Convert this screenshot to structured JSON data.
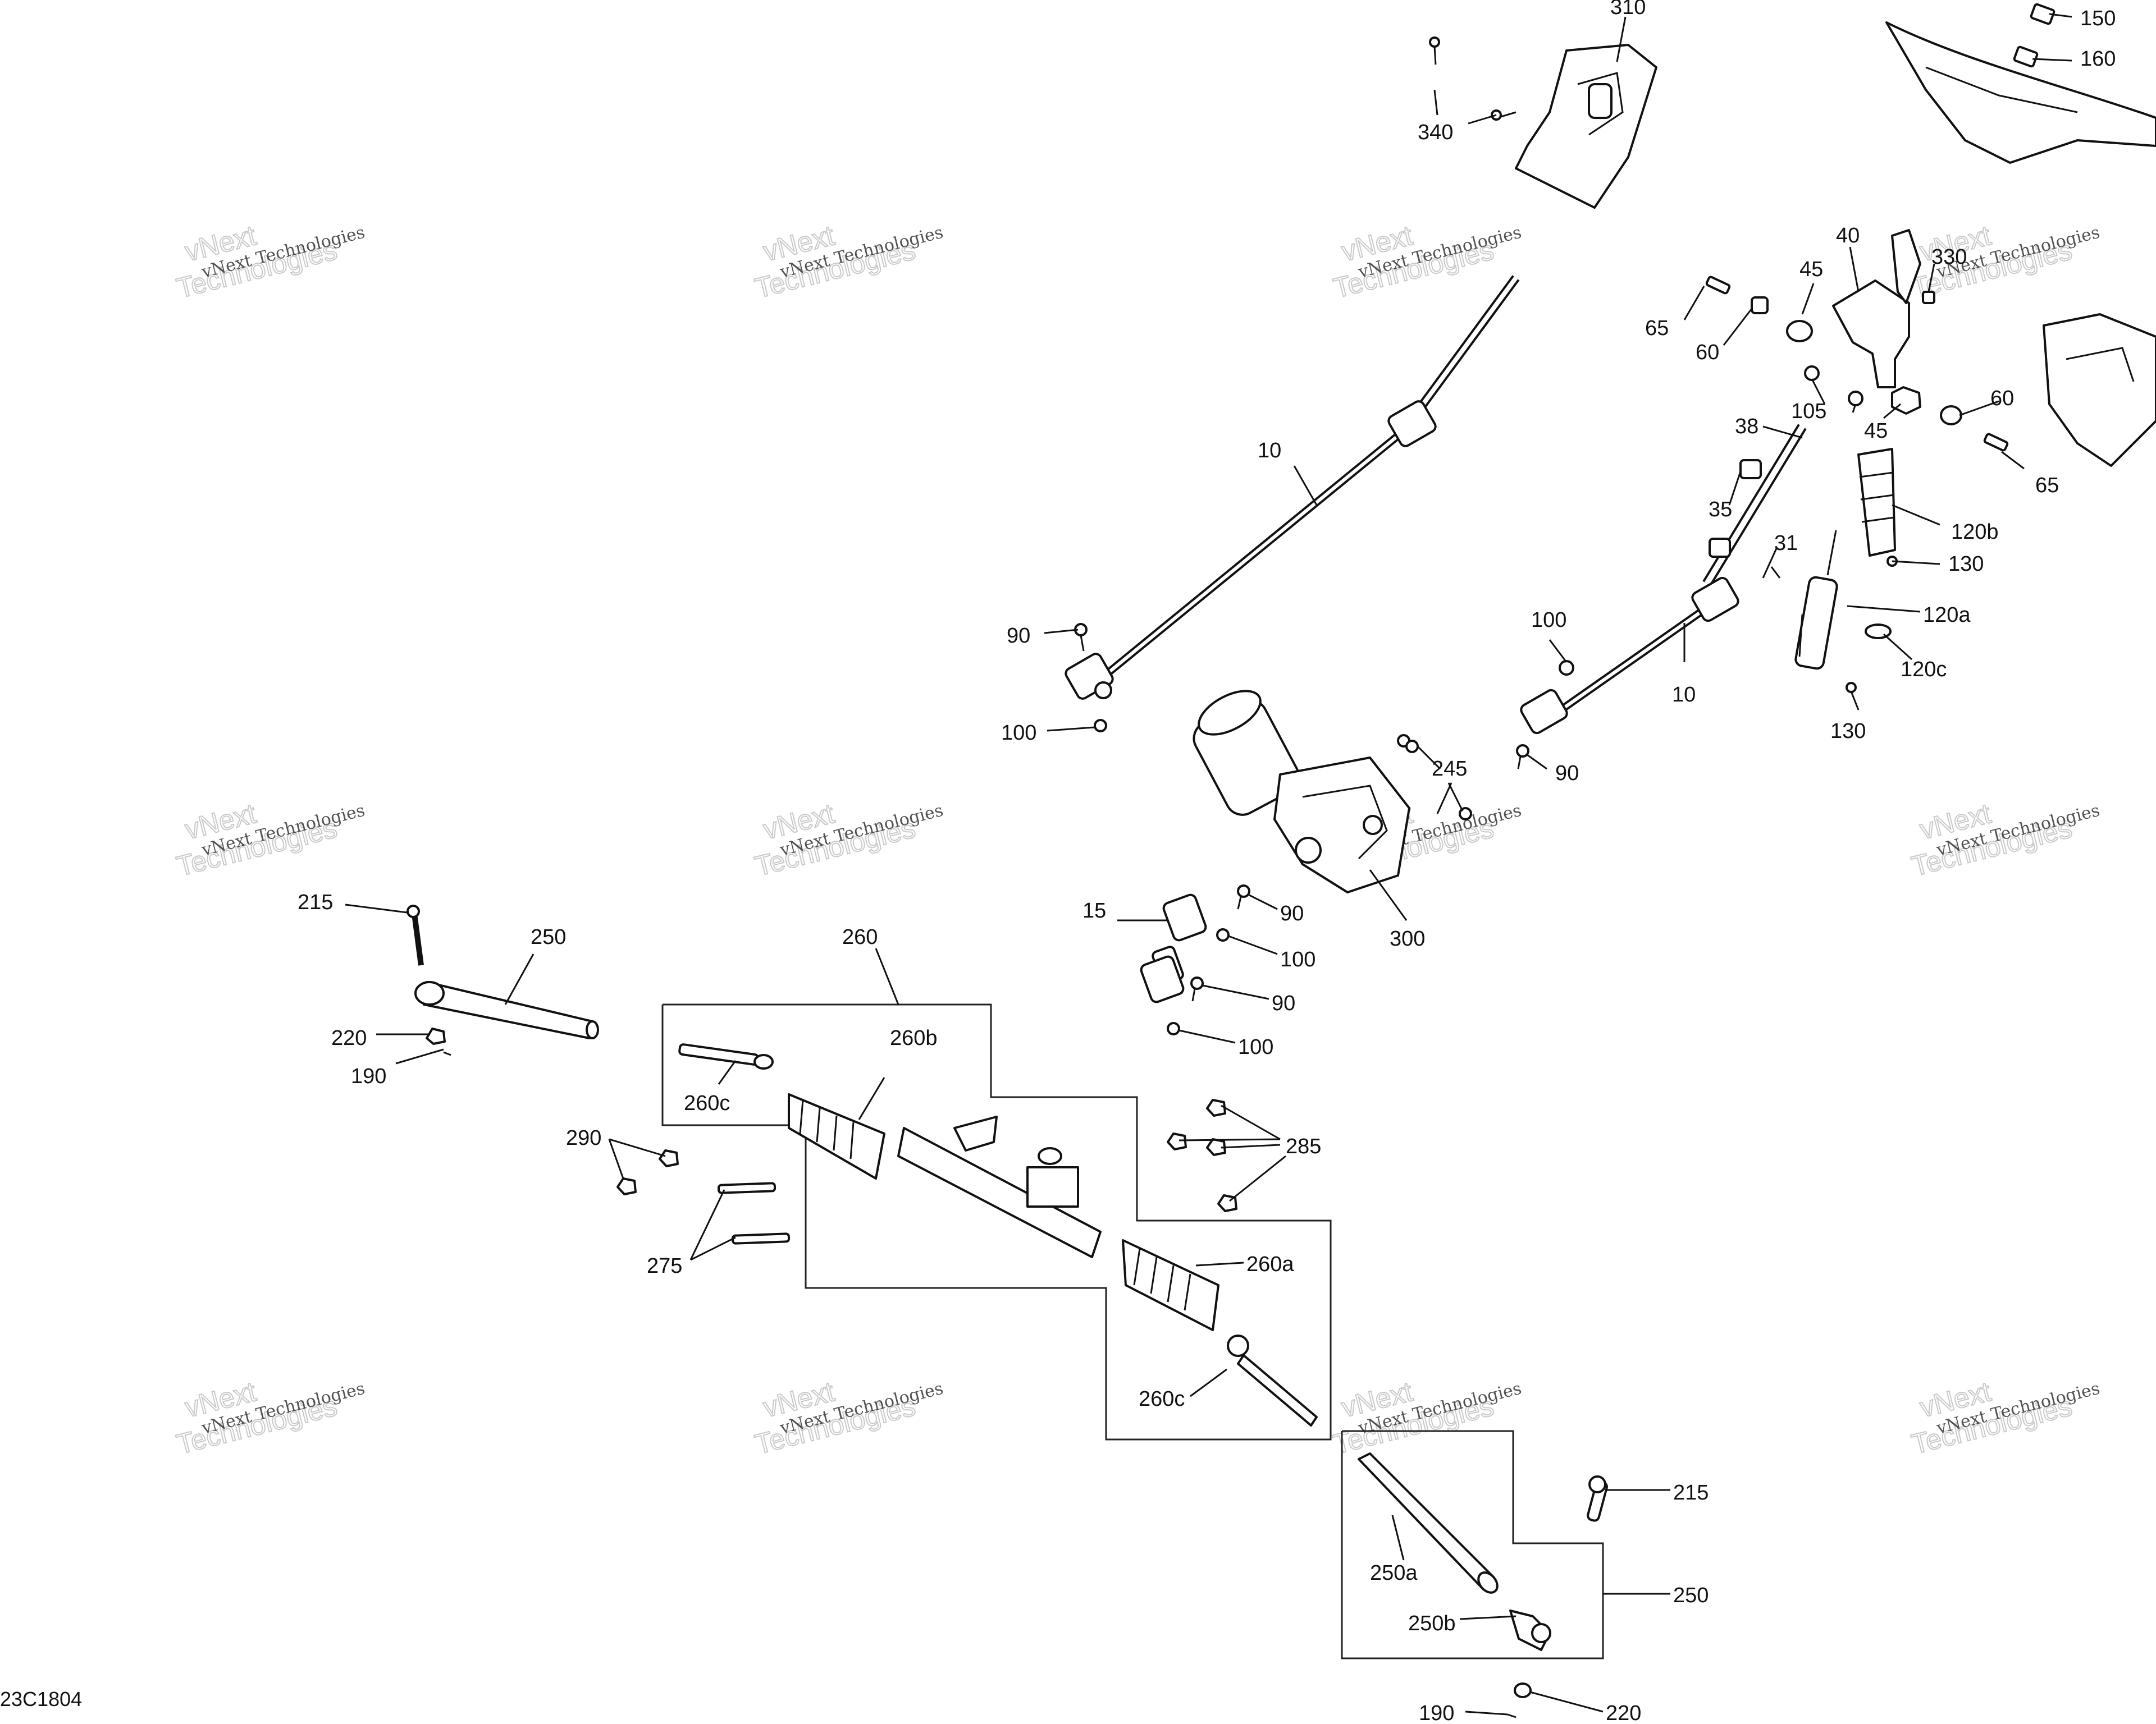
{
  "diagram_code": "23C1804",
  "watermark": {
    "line1": "vNext Technologies",
    "line2": "vNext",
    "line3": "Technologies"
  },
  "callouts": {
    "c310": "310",
    "c150": "150",
    "c160": "160",
    "c340": "340",
    "c40": "40",
    "c45a": "45",
    "c330": "330",
    "c65a": "65",
    "c60a": "60",
    "c105": "105",
    "c45b": "45",
    "c60b": "60",
    "c65b": "65",
    "c38": "38",
    "c35": "35",
    "c31": "31",
    "c120b": "120b",
    "c130a": "130",
    "c120a": "120a",
    "c120c": "120c",
    "c130b": "130",
    "c10a": "10",
    "c90a": "90",
    "c100a": "100",
    "c100b": "100",
    "c10b": "10",
    "c245": "245",
    "c90b": "90",
    "c300": "300",
    "c15": "15",
    "c90c": "90",
    "c100c": "100",
    "c90d": "90",
    "c100d": "100",
    "c215a": "215",
    "c250a": "250",
    "c220a": "220",
    "c190a": "190",
    "c260": "260",
    "c260b": "260b",
    "c260c_a": "260c",
    "c290": "290",
    "c285": "285",
    "c275": "275",
    "c260a": "260a",
    "c260c_b": "260c",
    "c215b": "215",
    "c250b": "250",
    "c250a_sub": "250a",
    "c250b_sub": "250b",
    "c190b": "190",
    "c220b": "220"
  }
}
